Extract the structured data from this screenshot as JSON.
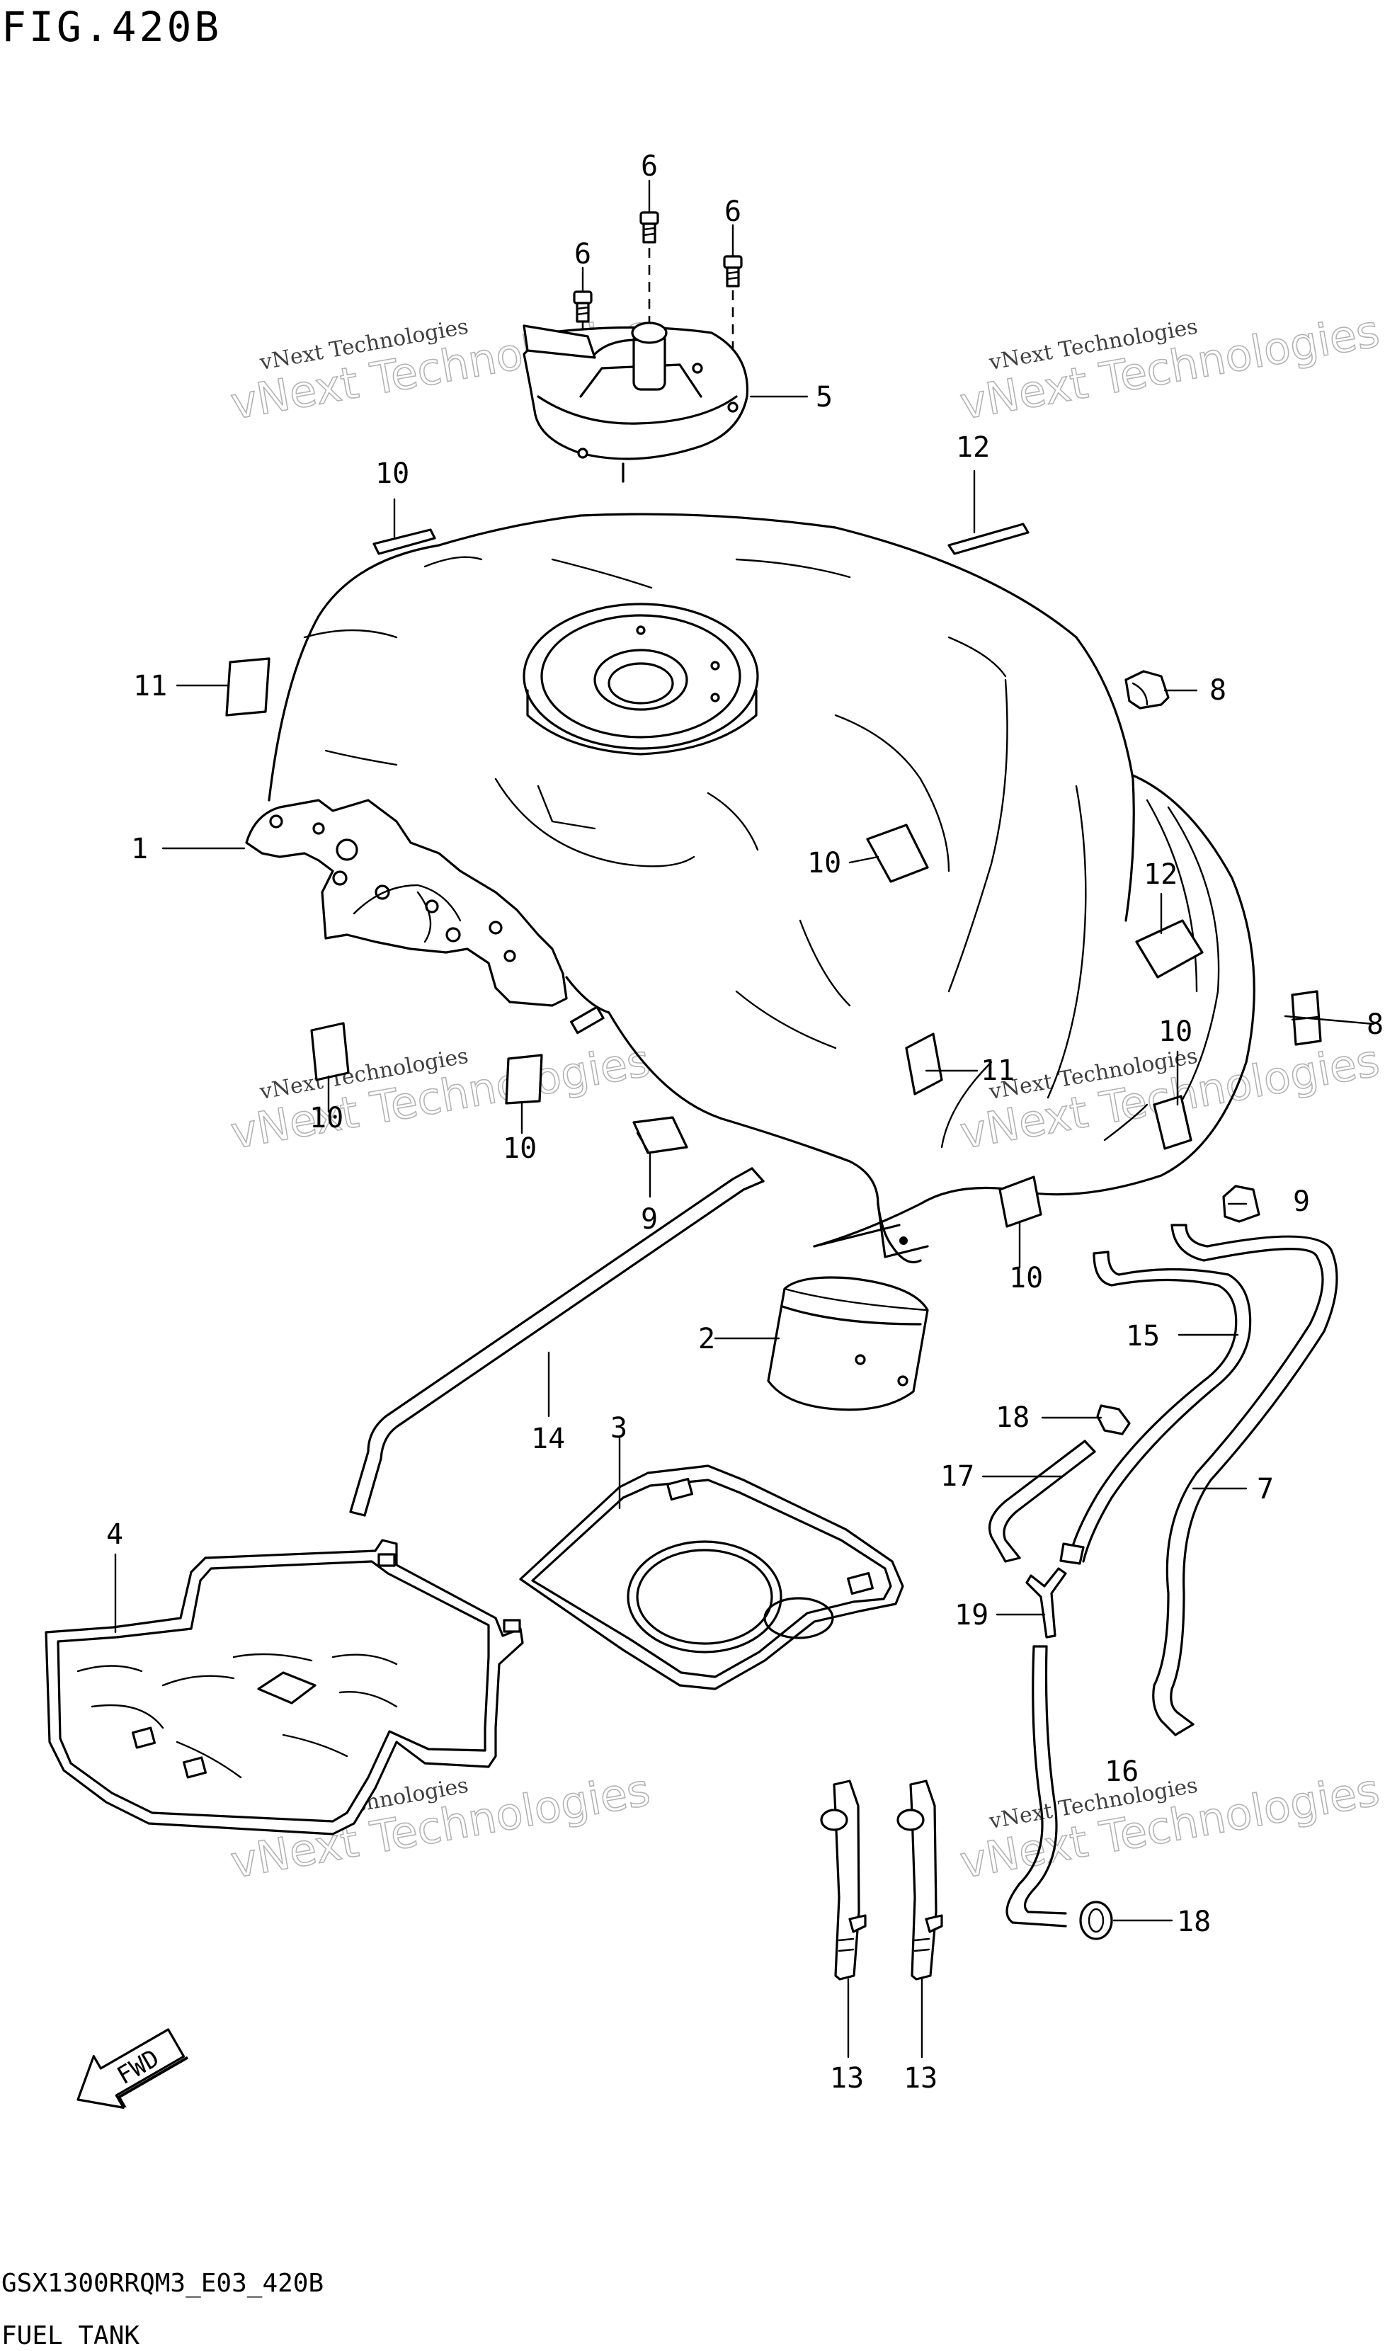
{
  "figure": {
    "title": "FIG.420B",
    "code": "GSX1300RRQM3_E03_420B",
    "name": "FUEL TANK",
    "fwd": "FWD"
  },
  "watermark": {
    "line1": "vNext Technologies",
    "line2": "vNext Technologies"
  },
  "callouts": {
    "c1": "1",
    "c2": "2",
    "c3": "3",
    "c4": "4",
    "c5": "5",
    "c6a": "6",
    "c6b": "6",
    "c6c": "6",
    "c7": "7",
    "c8a": "8",
    "c8b": "8",
    "c9a": "9",
    "c9b": "9",
    "c10a": "10",
    "c10b": "10",
    "c10c": "10",
    "c10d": "10",
    "c10e": "10",
    "c10f": "10",
    "c11a": "11",
    "c11b": "11",
    "c12a": "12",
    "c12b": "12",
    "c13a": "13",
    "c13b": "13",
    "c14": "14",
    "c15": "15",
    "c16": "16",
    "c17": "17",
    "c18a": "18",
    "c18b": "18",
    "c19": "19"
  }
}
